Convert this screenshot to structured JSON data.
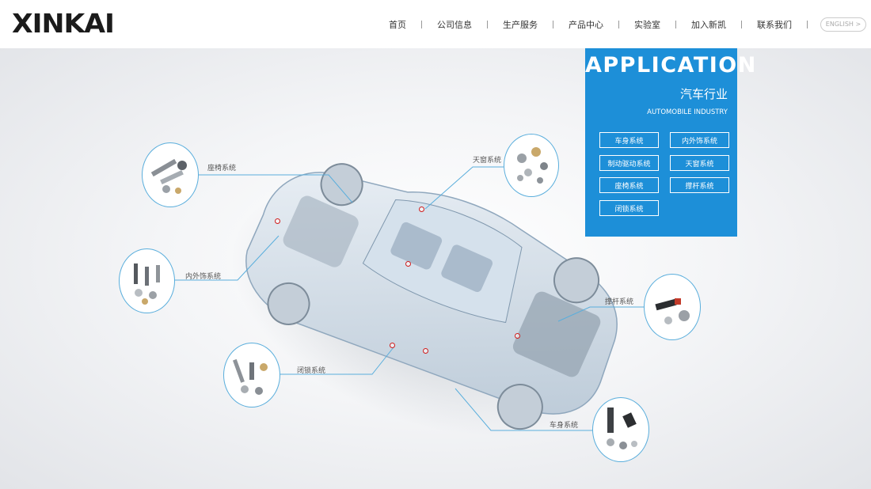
{
  "brand": {
    "logo": "XINKAI"
  },
  "nav": {
    "items": [
      "首页",
      "公司信息",
      "生产服务",
      "产品中心",
      "实验室",
      "加入新凯",
      "联系我们"
    ],
    "lang_button": "ENGLISH >"
  },
  "panel": {
    "title": "APPLICATION",
    "subtitle_cn": "汽车行业",
    "subtitle_en": "AUTOMOBILE INDUSTRY",
    "buttons": [
      "车身系统",
      "内外饰系统",
      "制动驱动系统",
      "天窗系统",
      "座椅系统",
      "撑杆系统",
      "闭锁系统"
    ]
  },
  "callouts": {
    "seat": "座椅系统",
    "sunroof": "天窗系统",
    "interior": "内外饰系统",
    "strut": "撑杆系统",
    "lock": "闭锁系统",
    "body": "车身系统"
  },
  "colors": {
    "accent": "#1d8fd8",
    "line": "#5aaedc",
    "hotspot": "#d01c1c"
  }
}
